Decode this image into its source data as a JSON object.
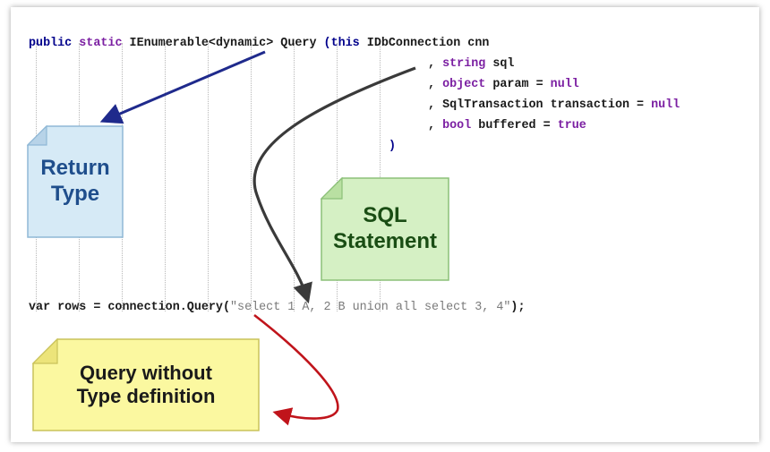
{
  "code": {
    "line1": {
      "kw_public": "public",
      "kw_static": "static",
      "type_ienum": "IEnumerable<dynamic>",
      "method": "Query",
      "open": "(",
      "kw_this": "this",
      "rest": "IDbConnection cnn"
    },
    "line2": {
      "comma": ",",
      "kw": "string",
      "rest": "sql"
    },
    "line3": {
      "comma": ",",
      "kw": "object",
      "rest": "param =",
      "val": "null"
    },
    "line4": {
      "comma": ",",
      "rest": "SqlTransaction transaction =",
      "val": "null"
    },
    "line5": {
      "comma": ",",
      "kw": "bool",
      "rest": "buffered =",
      "val": "true"
    },
    "line6": {
      "close": ")"
    },
    "usage": {
      "prefix": "var rows = connection.Query(",
      "sql": "\"select 1 A, 2 B union all select 3, 4\"",
      "suffix": ");"
    }
  },
  "notes": {
    "return_type": {
      "line1": "Return",
      "line2": "Type"
    },
    "sql_statement": {
      "line1": "SQL",
      "line2": "Statement"
    },
    "query_without": {
      "line1": "Query without",
      "line2": "Type definition"
    }
  },
  "colors": {
    "blue_arrow": "#1f2a8c",
    "gray_arrow": "#3a3a3a",
    "red_arrow": "#c0141b",
    "note_blue": "#d6eaf6",
    "note_green": "#d5f0c4",
    "note_yellow": "#fbf8a0"
  }
}
